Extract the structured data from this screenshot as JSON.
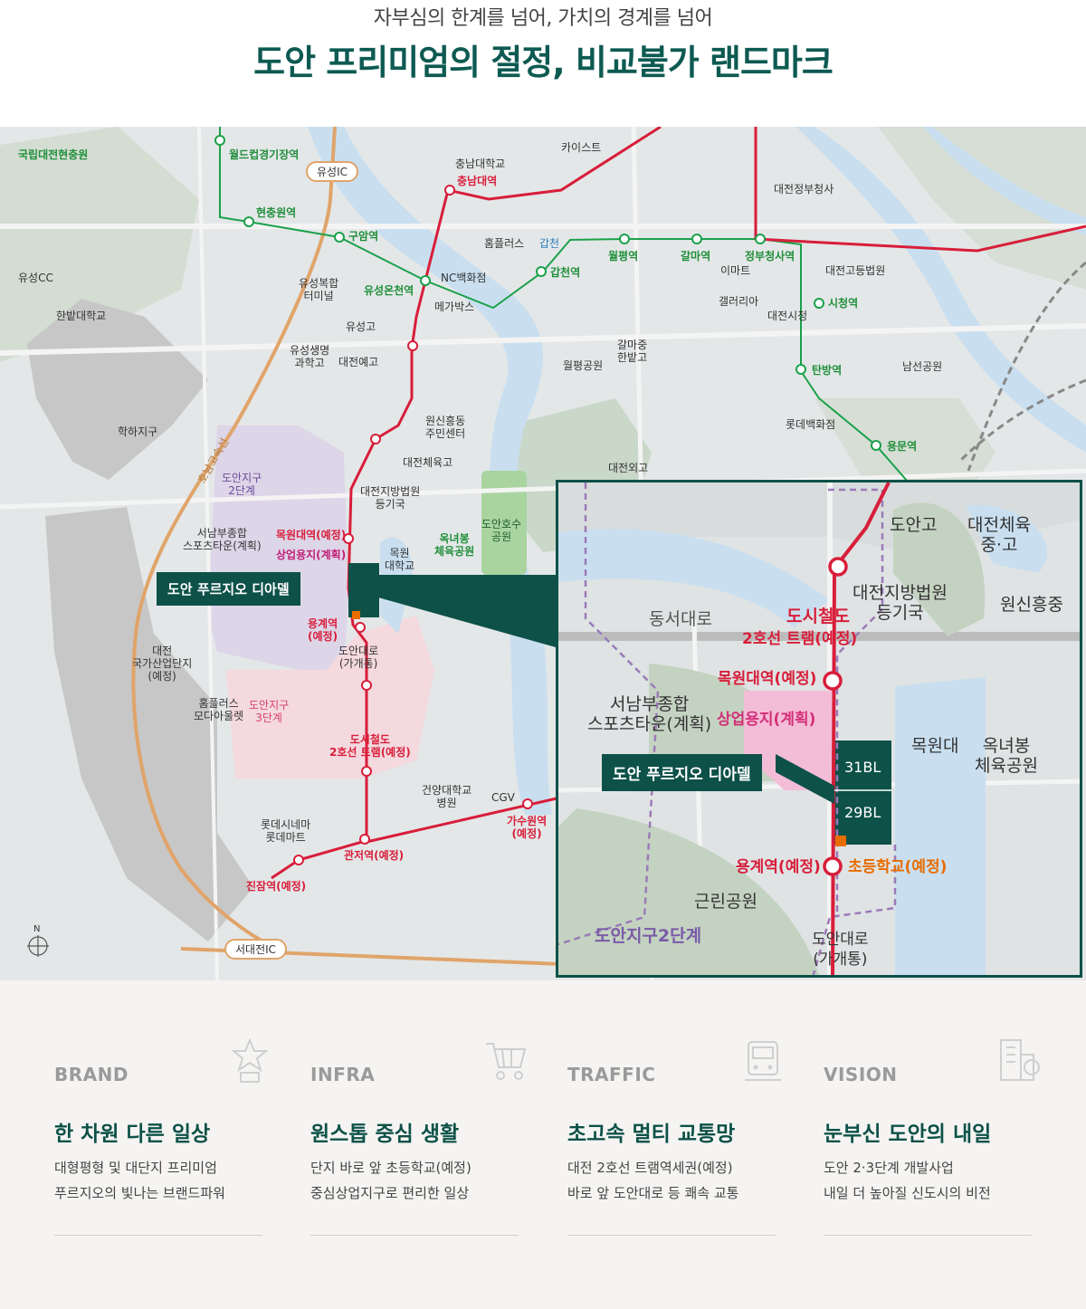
{
  "header": {
    "subtitle": "자부심의 한계를 넘어, 가치의 경계를 넘어",
    "title": "도안 프리미엄의 절정, 비교불가 랜드마크"
  },
  "map": {
    "labels": {
      "national_cemetery": "국립대전현충원",
      "worldcup_station": "월드컵경기장역",
      "yuseong_ic": "유성IC",
      "cnu": "충남대학교",
      "cnu_station": "충남대역",
      "kaist": "카이스트",
      "daejeon_gov": "대전정부청사",
      "hyeonchungwon_station": "현충원역",
      "guam_station": "구암역",
      "homeplus1": "홈플러스",
      "gapcheon": "갑천",
      "wolpyeong_station": "월평역",
      "galma_station": "갈마역",
      "gov_complex_station": "정부청사역",
      "yuseong_cc": "유성CC",
      "yuseong_bus": "유성복합\n터미널",
      "yuseong_oncheon_station": "유성온천역",
      "nc_dept": "NC백화점",
      "megabox": "메가박스",
      "gapcheon_station": "갑천역",
      "emart": "이마트",
      "daejeon_high": "대전고등법원",
      "hanbat_univ": "한밭대학교",
      "galleria": "갤러리아",
      "city_hall": "대전시청",
      "city_hall_station": "시청역",
      "yuseong_high": "유성고",
      "yuseong_life_sci": "유성생명\n과학고",
      "daejeon_arts": "대전예고",
      "wolpyeong_park": "월평공원",
      "galmajung": "갈마중\n한밭고",
      "tanbang_station": "탄방역",
      "namseon_park": "남선공원",
      "hakha": "학하지구",
      "wonsin": "원신흥동\n주민센터",
      "lotte_dept": "롯데백화점",
      "yongmun_station": "용문역",
      "doan2": "도안지구\n2단계",
      "daejeon_sports": "대전체육고",
      "daejeon_foreign": "대전외고",
      "court_registry": "대전지방법원\n등기국",
      "doan_lake": "도안호수\n공원",
      "seonam_sports": "서남부종합\n스포츠타운(계획)",
      "mokwon_station": "목원대역(예정)",
      "commercial": "상업용지(계획)",
      "oknyeobong": "옥녀봉\n체육공원",
      "mokwon_univ": "목원\n대학교",
      "yonggye_station": "용계역\n(예정)",
      "doan_daero": "도안대로\n(가개통)",
      "daejeon_industrial": "대전\n국가산업단지\n(예정)",
      "homeplus_outlet": "홈플러스\n모다아울렛",
      "doan3": "도안지구\n3단계",
      "tram": "도시철도\n2호선 트램(예정)",
      "konyang": "건양대학교\n병원",
      "cgv": "CGV",
      "gasuwon_station": "가수원역\n(예정)",
      "lotte_cinema": "롯데시네마\n롯데마트",
      "gwanjeo_station": "관저역(예정)",
      "jinjam_station": "진잠역(예정)",
      "seodaejeon_ic": "서대전IC",
      "honam_line": "호남고속선",
      "north": "N"
    },
    "project_tag": "도안 푸르지오 디아델"
  },
  "inset": {
    "doan_high": "도안고",
    "daejeon_sports_school": "대전체육\n중·고",
    "court": "대전지방법원\n등기국",
    "wonsin": "원신흥중",
    "dongseo": "동서대로",
    "tram1": "도시철도",
    "tram2": "2호선 트램(예정)",
    "mokwon_station": "목원대역(예정)",
    "seonam": "서남부종합\n스포츠타운(계획)",
    "commercial": "상업용지(계획)",
    "mokwon_univ": "목원대",
    "oknyeobong": "옥녀봉\n체육공원",
    "project_tag": "도안 푸르지오 디아델",
    "bl31": "31BL",
    "bl29": "29BL",
    "yonggye": "용계역(예정)",
    "elementary": "초등학교(예정)",
    "neighborhood_park": "근린공원",
    "doan2": "도안지구2단계",
    "doan_daero": "도안대로\n(가개통)"
  },
  "features": [
    {
      "category": "BRAND",
      "icon": "star-trophy-icon",
      "headline": "한 차원 다른 일상",
      "line1": "대형평형 및 대단지 프리미엄",
      "line2": "푸르지오의 빛나는 브랜드파워"
    },
    {
      "category": "INFRA",
      "icon": "shopping-cart-icon",
      "headline": "원스톱 중심 생활",
      "line1": "단지 바로 앞 초등학교(예정)",
      "line2": "중심상업지구로 편리한 일상"
    },
    {
      "category": "TRAFFIC",
      "icon": "tram-icon",
      "headline": "초고속 멀티 교통망",
      "line1": "대전 2호선 트램역세권(예정)",
      "line2": "바로 앞 도안대로 등 쾌속 교통"
    },
    {
      "category": "VISION",
      "icon": "city-building-icon",
      "headline": "눈부신 도안의 내일",
      "line1": "도안 2·3단계 개발사업",
      "line2": "내일 더 높아질 신도시의 비전"
    }
  ],
  "colors": {
    "brand_green": "#0d5148",
    "metro_line1": "#1aa14a",
    "tram_line2": "#d81e3a",
    "expressway": "#e0a46a",
    "water": "#c9dff0"
  }
}
